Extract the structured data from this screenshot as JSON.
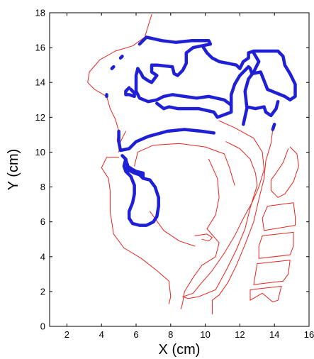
{
  "chart_data": {
    "type": "line",
    "title": "",
    "xlabel": "X (cm)",
    "ylabel": "Y (cm)",
    "xlim": [
      1,
      16
    ],
    "ylim": [
      0,
      18
    ],
    "xticks": [
      2,
      4,
      6,
      8,
      10,
      12,
      14,
      16
    ],
    "yticks": [
      0,
      2,
      4,
      6,
      8,
      10,
      12,
      14,
      16,
      18
    ],
    "grid": false,
    "colors": {
      "thin": "#e8231e",
      "thick": "#1f1fd6"
    },
    "series": [
      {
        "style": "thin",
        "points": [
          [
            6.9,
            17.9
          ],
          [
            6.5,
            16.6
          ],
          [
            5.8,
            16.1
          ],
          [
            4.8,
            15.8
          ],
          [
            3.9,
            15.3
          ],
          [
            3.3,
            14.6
          ],
          [
            3.2,
            14.0
          ],
          [
            3.6,
            13.6
          ],
          [
            4.3,
            13.2
          ],
          [
            4.5,
            12.5
          ],
          [
            4.8,
            11.9
          ],
          [
            5.0,
            11.2
          ],
          [
            4.9,
            10.7
          ],
          [
            5.0,
            10.3
          ]
        ]
      },
      {
        "style": "thin",
        "points": [
          [
            5.4,
            11.2
          ],
          [
            5.1,
            10.6
          ],
          [
            5.0,
            10.0
          ]
        ]
      },
      {
        "style": "thin",
        "points": [
          [
            5.0,
            9.7
          ],
          [
            4.3,
            9.7
          ],
          [
            4.0,
            9.1
          ],
          [
            4.4,
            8.5
          ],
          [
            4.5,
            7.8
          ],
          [
            4.5,
            6.6
          ],
          [
            4.7,
            5.3
          ],
          [
            5.3,
            4.5
          ],
          [
            6.3,
            3.9
          ],
          [
            7.2,
            3.2
          ],
          [
            7.9,
            2.6
          ],
          [
            8.0,
            1.7
          ],
          [
            7.9,
            1.3
          ]
        ]
      },
      {
        "style": "thin",
        "points": [
          [
            5.9,
            9.2
          ],
          [
            6.1,
            10.0
          ],
          [
            7.0,
            10.4
          ],
          [
            8.5,
            10.5
          ],
          [
            10.0,
            10.3
          ],
          [
            11.1,
            9.9
          ],
          [
            11.4,
            9.1
          ],
          [
            11.7,
            8.1
          ]
        ]
      },
      {
        "style": "thin",
        "points": [
          [
            6.8,
            6.6
          ],
          [
            7.6,
            5.5
          ],
          [
            8.5,
            4.9
          ],
          [
            9.4,
            4.6
          ]
        ]
      },
      {
        "style": "thin",
        "points": [
          [
            9.4,
            5.2
          ],
          [
            10.1,
            5.3
          ],
          [
            10.4,
            5.1
          ],
          [
            10.2,
            4.9
          ],
          [
            9.8,
            5.0
          ]
        ]
      },
      {
        "style": "thin",
        "points": [
          [
            10.2,
            9.6
          ],
          [
            10.7,
            8.5
          ],
          [
            10.8,
            7.4
          ],
          [
            10.6,
            6.4
          ],
          [
            10.1,
            5.6
          ],
          [
            10.8,
            4.8
          ],
          [
            10.6,
            4.0
          ],
          [
            9.8,
            3.5
          ],
          [
            9.3,
            2.8
          ],
          [
            8.8,
            2.0
          ],
          [
            8.7,
            1.4
          ],
          [
            8.6,
            1.0
          ]
        ]
      },
      {
        "style": "thin",
        "points": [
          [
            11.2,
            10.6
          ],
          [
            12.0,
            10.2
          ],
          [
            12.6,
            9.6
          ],
          [
            12.9,
            8.8
          ],
          [
            13.0,
            8.1
          ]
        ]
      },
      {
        "style": "thin",
        "points": [
          [
            10.8,
            11.8
          ],
          [
            11.7,
            11.4
          ],
          [
            12.8,
            10.8
          ],
          [
            13.3,
            10.0
          ],
          [
            13.4,
            9.0
          ],
          [
            13.1,
            8.0
          ],
          [
            12.7,
            7.1
          ],
          [
            12.2,
            6.2
          ],
          [
            11.7,
            5.2
          ],
          [
            11.1,
            4.2
          ],
          [
            10.4,
            3.2
          ],
          [
            9.7,
            2.4
          ],
          [
            9.3,
            1.9
          ],
          [
            8.7,
            1.7
          ]
        ]
      },
      {
        "style": "thin",
        "points": [
          [
            13.9,
            11.3
          ],
          [
            13.8,
            10.5
          ],
          [
            13.5,
            9.5
          ],
          [
            13.4,
            8.5
          ],
          [
            13.1,
            7.3
          ],
          [
            12.8,
            6.0
          ],
          [
            12.3,
            4.7
          ],
          [
            11.8,
            3.5
          ],
          [
            11.3,
            2.5
          ],
          [
            10.8,
            1.8
          ],
          [
            10.4,
            1.5
          ],
          [
            10.4,
            0.7
          ]
        ]
      },
      {
        "style": "thin",
        "points": [
          [
            13.0,
            8.1
          ],
          [
            12.6,
            6.8
          ],
          [
            12.3,
            5.6
          ],
          [
            11.8,
            4.4
          ],
          [
            11.2,
            3.2
          ],
          [
            10.6,
            2.1
          ],
          [
            9.6,
            1.7
          ],
          [
            9.0,
            1.6
          ],
          [
            8.7,
            1.7
          ]
        ]
      },
      {
        "style": "thin",
        "points": [
          [
            14.8,
            10.2
          ],
          [
            14.5,
            9.4
          ],
          [
            14.1,
            8.8
          ],
          [
            13.8,
            8.4
          ],
          [
            13.8,
            7.8
          ],
          [
            14.2,
            7.4
          ],
          [
            14.6,
            7.6
          ],
          [
            15.1,
            8.3
          ],
          [
            15.4,
            9.2
          ],
          [
            15.3,
            9.9
          ],
          [
            14.9,
            10.3
          ]
        ]
      },
      {
        "style": "thin",
        "points": [
          [
            13.6,
            6.9
          ],
          [
            15.1,
            7.1
          ],
          [
            15.2,
            6.3
          ],
          [
            15.2,
            5.8
          ],
          [
            13.4,
            5.5
          ],
          [
            13.3,
            6.2
          ],
          [
            13.6,
            6.9
          ]
        ]
      },
      {
        "style": "thin",
        "points": [
          [
            13.3,
            5.2
          ],
          [
            15.1,
            5.4
          ],
          [
            15.1,
            4.6
          ],
          [
            14.9,
            4.1
          ],
          [
            13.1,
            3.9
          ],
          [
            13.1,
            4.6
          ],
          [
            13.3,
            5.2
          ]
        ]
      },
      {
        "style": "thin",
        "points": [
          [
            13.0,
            3.6
          ],
          [
            14.9,
            3.8
          ],
          [
            14.8,
            3.0
          ],
          [
            14.5,
            2.6
          ],
          [
            12.8,
            2.4
          ],
          [
            12.9,
            3.0
          ],
          [
            13.0,
            3.6
          ]
        ]
      },
      {
        "style": "thin",
        "points": [
          [
            12.6,
            2.1
          ],
          [
            14.4,
            2.3
          ],
          [
            14.2,
            1.5
          ],
          [
            13.9,
            1.4
          ],
          [
            13.3,
            1.9
          ],
          [
            12.6,
            1.5
          ],
          [
            12.6,
            2.1
          ]
        ]
      },
      {
        "style": "thick",
        "points": [
          [
            6.2,
            16.2
          ],
          [
            6.6,
            16.6
          ],
          [
            7.5,
            16.4
          ],
          [
            8.3,
            16.3
          ],
          [
            9.2,
            16.4
          ],
          [
            10.2,
            16.4
          ],
          [
            10.3,
            16.2
          ],
          [
            9.3,
            16.0
          ],
          [
            8.9,
            15.7
          ],
          [
            8.9,
            15.1
          ],
          [
            8.7,
            14.7
          ],
          [
            8.4,
            14.4
          ],
          [
            8.2,
            14.5
          ],
          [
            8.1,
            14.9
          ],
          [
            7.2,
            15.0
          ],
          [
            6.9,
            15.0
          ],
          [
            6.9,
            14.6
          ],
          [
            7.2,
            14.4
          ],
          [
            6.9,
            14.0
          ],
          [
            6.7,
            14.1
          ],
          [
            6.4,
            14.3
          ],
          [
            6.3,
            14.5
          ],
          [
            6.1,
            14.8
          ]
        ]
      },
      {
        "style": "thick",
        "points": [
          [
            6.1,
            14.8
          ],
          [
            6.0,
            14.4
          ],
          [
            6.0,
            13.5
          ],
          [
            6.2,
            13.1
          ],
          [
            6.7,
            12.9
          ],
          [
            7.2,
            13.0
          ],
          [
            7.6,
            13.2
          ],
          [
            8.1,
            13.3
          ],
          [
            8.8,
            13.2
          ],
          [
            9.5,
            13.1
          ],
          [
            10.2,
            13.2
          ],
          [
            11.1,
            13.0
          ],
          [
            11.5,
            12.7
          ],
          [
            11.5,
            12.3
          ],
          [
            10.7,
            12.0
          ],
          [
            10.5,
            12.3
          ],
          [
            9.6,
            12.5
          ],
          [
            9.0,
            12.5
          ],
          [
            8.4,
            12.5
          ],
          [
            7.9,
            12.6
          ],
          [
            7.6,
            12.5
          ],
          [
            7.2,
            12.8
          ]
        ]
      },
      {
        "style": "thick",
        "points": [
          [
            9.9,
            16.0
          ],
          [
            10.1,
            15.7
          ],
          [
            10.4,
            15.4
          ],
          [
            10.8,
            15.2
          ],
          [
            11.3,
            15.1
          ],
          [
            11.8,
            15.0
          ],
          [
            12.0,
            14.8
          ],
          [
            12.2,
            15.2
          ],
          [
            12.5,
            15.4
          ],
          [
            12.5,
            15.7
          ],
          [
            12.8,
            15.8
          ],
          [
            13.3,
            15.8
          ],
          [
            13.7,
            15.8
          ],
          [
            14.2,
            15.8
          ],
          [
            14.5,
            15.5
          ],
          [
            14.6,
            15.0
          ],
          [
            14.9,
            14.5
          ],
          [
            15.2,
            13.9
          ],
          [
            15.2,
            13.2
          ],
          [
            14.9,
            13.0
          ],
          [
            14.6,
            13.2
          ],
          [
            14.1,
            13.4
          ],
          [
            13.6,
            13.6
          ],
          [
            13.4,
            14.1
          ],
          [
            13.2,
            14.6
          ],
          [
            12.7,
            14.5
          ],
          [
            12.6,
            14.8
          ],
          [
            12.5,
            14.9
          ],
          [
            12.3,
            14.7
          ],
          [
            12.0,
            14.4
          ],
          [
            11.7,
            13.9
          ],
          [
            11.5,
            13.3
          ],
          [
            11.5,
            12.7
          ]
        ]
      },
      {
        "style": "thick",
        "points": [
          [
            12.8,
            15.7
          ],
          [
            13.1,
            15.2
          ],
          [
            12.8,
            14.6
          ],
          [
            12.5,
            14.2
          ],
          [
            12.3,
            13.5
          ],
          [
            12.4,
            12.6
          ],
          [
            12.9,
            12.5
          ],
          [
            13.4,
            12.6
          ],
          [
            13.5,
            12.3
          ],
          [
            13.8,
            12.1
          ],
          [
            14.1,
            12.5
          ],
          [
            14.2,
            12.9
          ]
        ]
      },
      {
        "style": "thick",
        "points": [
          [
            5.0,
            11.2
          ],
          [
            5.0,
            10.6
          ],
          [
            5.1,
            10.1
          ],
          [
            5.6,
            10.2
          ],
          [
            6.0,
            10.6
          ],
          [
            6.7,
            10.9
          ],
          [
            7.8,
            11.2
          ],
          [
            8.8,
            11.3
          ],
          [
            9.8,
            11.2
          ],
          [
            10.5,
            11.1
          ]
        ]
      },
      {
        "style": "thick",
        "points": [
          [
            5.2,
            9.8
          ],
          [
            5.4,
            9.6
          ],
          [
            5.5,
            9.2
          ],
          [
            5.8,
            9.0
          ],
          [
            6.0,
            8.9
          ],
          [
            6.4,
            8.8
          ],
          [
            6.4,
            8.5
          ],
          [
            6.2,
            8.7
          ],
          [
            5.9,
            8.8
          ],
          [
            5.5,
            9.0
          ],
          [
            5.5,
            9.3
          ]
        ]
      },
      {
        "style": "thick",
        "points": [
          [
            5.4,
            9.6
          ],
          [
            5.3,
            9.2
          ],
          [
            5.4,
            8.9
          ],
          [
            5.7,
            8.6
          ],
          [
            5.9,
            8.1
          ],
          [
            5.9,
            7.6
          ],
          [
            5.8,
            7.1
          ],
          [
            5.6,
            6.6
          ],
          [
            5.6,
            6.2
          ],
          [
            5.8,
            5.9
          ],
          [
            6.2,
            5.8
          ],
          [
            6.6,
            5.8
          ],
          [
            7.0,
            6.0
          ],
          [
            7.2,
            6.3
          ],
          [
            7.3,
            6.9
          ],
          [
            7.3,
            7.4
          ],
          [
            7.1,
            8.0
          ],
          [
            6.8,
            8.4
          ],
          [
            6.4,
            8.5
          ]
        ]
      },
      {
        "style": "thick",
        "points": [
          [
            5.6,
            13.7
          ],
          [
            5.4,
            13.5
          ],
          [
            5.4,
            13.3
          ],
          [
            5.6,
            13.3
          ],
          [
            5.9,
            13.2
          ],
          [
            5.9,
            13.4
          ],
          [
            5.7,
            13.6
          ]
        ]
      },
      {
        "style": "thick",
        "points": [
          [
            4.6,
            14.8
          ],
          [
            4.7,
            14.9
          ]
        ]
      },
      {
        "style": "thick",
        "points": [
          [
            5.1,
            15.4
          ],
          [
            5.2,
            15.5
          ]
        ]
      },
      {
        "style": "thick",
        "points": [
          [
            4.3,
            13.2
          ],
          [
            4.3,
            13.3
          ]
        ]
      },
      {
        "style": "thick",
        "points": [
          [
            12.4,
            12.5
          ],
          [
            12.2,
            11.6
          ]
        ]
      },
      {
        "style": "thick",
        "points": [
          [
            13.9,
            11.3
          ],
          [
            14.0,
            11.6
          ]
        ]
      }
    ]
  }
}
